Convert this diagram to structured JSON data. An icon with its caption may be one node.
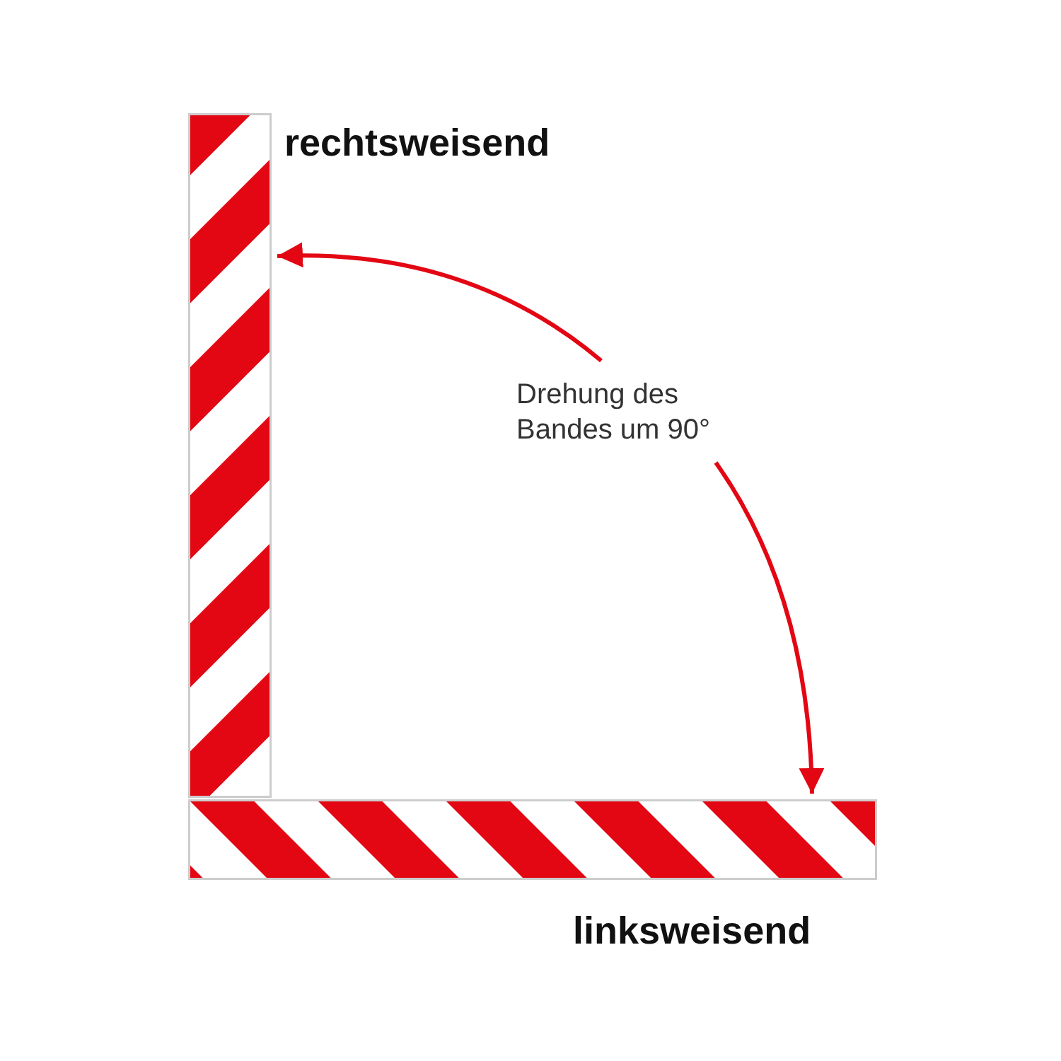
{
  "diagram": {
    "nodes": [
      {
        "text": [
          "rechtsweisend"
        ]
      },
      {
        "text": [
          "Drehung des Bandes um 90°"
        ]
      },
      {
        "text": [
          "linksweisend"
        ]
      }
    ],
    "edges": [
      {
        "from": 1,
        "to": 0,
        "arrow": "to"
      },
      {
        "from": 1,
        "to": 2,
        "arrow": "to"
      }
    ]
  }
}
